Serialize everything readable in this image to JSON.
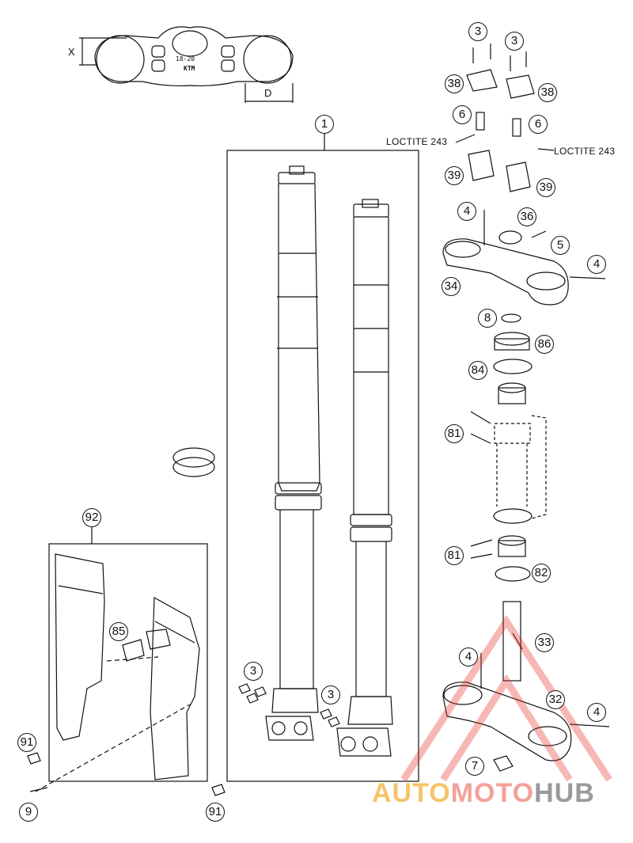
{
  "callouts": [
    {
      "id": "c1",
      "label": "1"
    },
    {
      "id": "c3a",
      "label": "3"
    },
    {
      "id": "c3b",
      "label": "3"
    },
    {
      "id": "c3c",
      "label": "3"
    },
    {
      "id": "c3d",
      "label": "3"
    },
    {
      "id": "c38a",
      "label": "38"
    },
    {
      "id": "c38b",
      "label": "38"
    },
    {
      "id": "c6a",
      "label": "6"
    },
    {
      "id": "c6b",
      "label": "6"
    },
    {
      "id": "c39a",
      "label": "39"
    },
    {
      "id": "c39b",
      "label": "39"
    },
    {
      "id": "c4a",
      "label": "4"
    },
    {
      "id": "c4b",
      "label": "4"
    },
    {
      "id": "c4c",
      "label": "4"
    },
    {
      "id": "c4d",
      "label": "4"
    },
    {
      "id": "c36",
      "label": "36"
    },
    {
      "id": "c5",
      "label": "5"
    },
    {
      "id": "c34",
      "label": "34"
    },
    {
      "id": "c8",
      "label": "8"
    },
    {
      "id": "c86",
      "label": "86"
    },
    {
      "id": "c84",
      "label": "84"
    },
    {
      "id": "c81a",
      "label": "81"
    },
    {
      "id": "c81b",
      "label": "81"
    },
    {
      "id": "c82",
      "label": "82"
    },
    {
      "id": "c33",
      "label": "33"
    },
    {
      "id": "c32",
      "label": "32"
    },
    {
      "id": "c7",
      "label": "7"
    },
    {
      "id": "c92",
      "label": "92"
    },
    {
      "id": "c85",
      "label": "85"
    },
    {
      "id": "c91a",
      "label": "91"
    },
    {
      "id": "c91b",
      "label": "91"
    },
    {
      "id": "c9",
      "label": "9"
    }
  ],
  "notes": {
    "loctite_left": "LOCTITE 243",
    "loctite_right": "LOCTITE 243"
  },
  "dimensions": {
    "x": "X",
    "d": "D"
  },
  "plate_text": {
    "code": "18-20",
    "brand": "KTM"
  },
  "watermark": {
    "part1": "AUTO",
    "part2": "MOTO",
    "part3": "HUB"
  },
  "colors": {
    "line": "#111111",
    "watermark_red": "#e8362d",
    "logo_yellow": "#f5c46a",
    "logo_pink": "#f2a199",
    "logo_gray": "#9a9a9a"
  }
}
